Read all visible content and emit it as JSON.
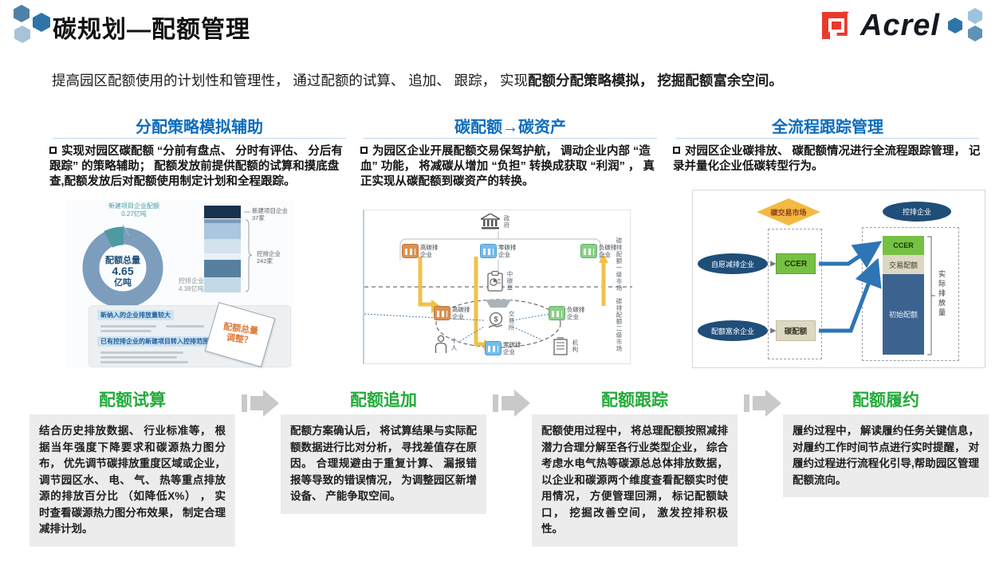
{
  "header": {
    "title": "碳规划—配额管理",
    "brand": "Acrel"
  },
  "intro": {
    "normal": "提高园区配额使用的计划性和管理性， 通过配额的试算、 追加、 跟踪， 实现",
    "bold": "配额分配策略模拟， 挖掘配额富余空间。"
  },
  "columns": [
    {
      "title": "分配策略模拟辅助",
      "body": "实现对园区碳配额 “分前有盘点、 分时有评估、 分后有跟踪” 的策略辅助； 配额发放前提供配额的试算和摸底盘查,配额发放后对配额使用制定计划和全程跟踪。"
    },
    {
      "title": "碳配额→碳资产",
      "body": "为园区企业开展配额交易保驾护航， 调动企业内部 “造血” 功能， 将减碳从增加 “负担” 转换成获取 “利润” ， 真正实现从碳配额到碳资产的转换。"
    },
    {
      "title": "全流程跟踪管理",
      "body": "对园区企业碳排放、 碳配额情况进行全流程跟踪管理， 记录并量化企业低碳转型行为。"
    }
  ],
  "figure1": {
    "donut": {
      "line1": "配额总量",
      "line2": "4.65",
      "line3": "亿吨"
    },
    "top_label": {
      "line1": "新建项目企业配额",
      "line2": "0.27亿吨"
    },
    "right_label": {
      "line1": "控排企业配额",
      "line2": "4.38亿吨"
    },
    "bar_top": {
      "line1": "新建项目企业",
      "line2": "37家"
    },
    "bar_bottom": {
      "line1": "控排企业",
      "line2": "242家"
    },
    "note1": "新纳入的企业排放量较大",
    "note2": "已有控排企业的新建项目转入控排范围",
    "paper": {
      "line1": "配额总量",
      "line2": "调整？"
    }
  },
  "figure2": {
    "gov": "政府",
    "high": {
      "l1": "高碳排",
      "l2": "企业"
    },
    "zero": {
      "l1": "零碳排",
      "l2": "企业"
    },
    "neg": {
      "l1": "负碳排",
      "l2": "企业"
    },
    "registry": "中碳登",
    "exchange": "交易所",
    "exchange_symbol": "$",
    "person": "个人",
    "agency": "机构",
    "market1": "碳排配额一级市场",
    "market2": "碳排配额二级市场"
  },
  "figure3": {
    "diamond": "碳交易市场",
    "top_ellipse": "控排企业",
    "left1": "自愿减排企业",
    "left2": "配额富余企业",
    "ccer_box": "CCER",
    "quota_box": "碳配额",
    "bar_ccer": "CCER",
    "bar_trade": "交易配额",
    "bar_initial": "初始配额",
    "bracket": "实际排放量"
  },
  "process": [
    {
      "title": "配额试算",
      "body": "结合历史排放数据、 行业标准等， 根据当年强度下降要求和碳源热力图分布， 优先调节碳排放重度区域或企业， 调节园区水、 电、 气、 热等重点排放源的排放百分比 （如降低X%） ， 实时查看碳源热力图分布效果， 制定合理减排计划。"
    },
    {
      "title": "配额追加",
      "body": "配额方案确认后， 将试算结果与实际配额数据进行比对分析， 寻找差值存在原因。 合理规避由于重复计算、 漏报错报等导致的错误情况， 为调整园区新增设备、 产能争取空间。"
    },
    {
      "title": "配额跟踪",
      "body": "配额使用过程中， 将总理配额按照减排潜力合理分解至各行业类型企业， 综合考虑水电气热等碳源总总体排放数据， 以企业和碳源两个维度查看配额实时使用情况， 方便管理回溯， 标记配额缺口， 挖掘改善空间， 激发控排积极性。"
    },
    {
      "title": "配额履约",
      "body": "履约过程中， 解读履约任务关键信息， 对履约工作时间节点进行实时提醒， 对履约过程进行流程化引导,帮助园区管理配额流向。"
    }
  ],
  "colors": {
    "accent_blue": "#0d6cbd",
    "accent_green": "#22ab39",
    "brand_red": "#e8392b",
    "navy": "#1f4e79"
  }
}
